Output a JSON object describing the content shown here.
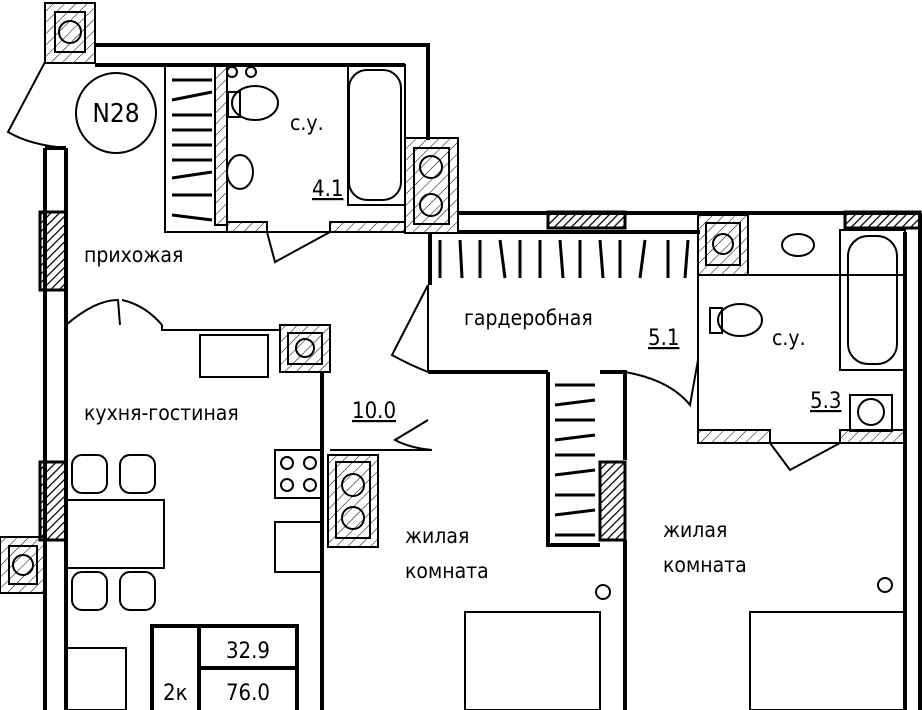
{
  "apartment": {
    "number": "N28",
    "rooms": "2к",
    "living_area": "32.9",
    "total_area": "76.0"
  },
  "rooms": {
    "hallway": {
      "label": "прихожая"
    },
    "bathroom1": {
      "label": "с.у.",
      "area": "4.1"
    },
    "wardrobe": {
      "label": "гардеробная",
      "area": "5.1"
    },
    "bathroom2": {
      "label": "с.у.",
      "area": "5.3"
    },
    "kitchen": {
      "label": "кухня-гостиная",
      "area": "10.0"
    },
    "bedroom1": {
      "label_line1": "жилая",
      "label_line2": "комната"
    },
    "bedroom2": {
      "label_line1": "жилая",
      "label_line2": "комната"
    }
  }
}
